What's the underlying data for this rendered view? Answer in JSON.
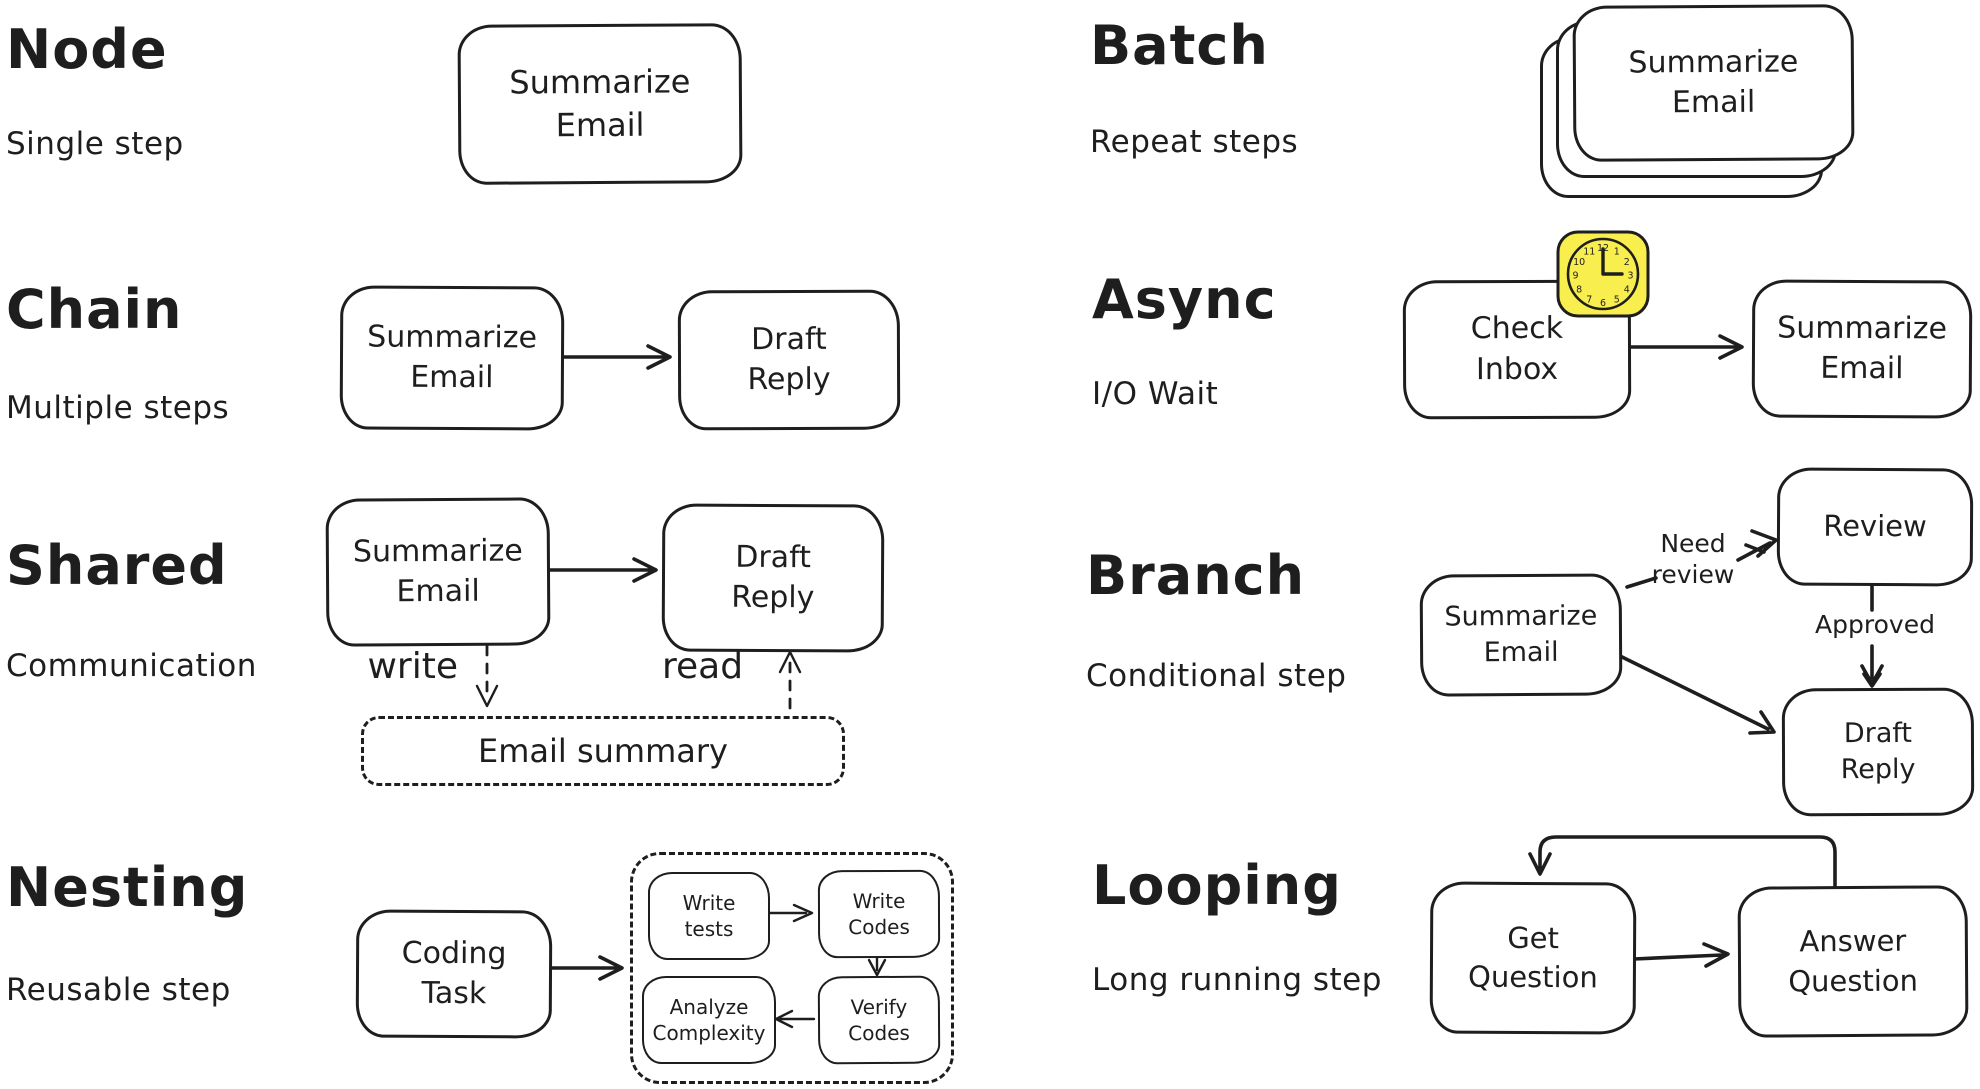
{
  "colors": {
    "ink": "#1e1e1e",
    "clock_yellow": "#f8ee4e",
    "background": "#ffffff"
  },
  "sections": {
    "node": {
      "title": "Node",
      "subtitle": "Single step",
      "box": "Summarize\nEmail"
    },
    "chain": {
      "title": "Chain",
      "subtitle": "Multiple steps",
      "box1": "Summarize\nEmail",
      "box2": "Draft\nReply"
    },
    "shared": {
      "title": "Shared",
      "subtitle": "Communication",
      "box1": "Summarize\nEmail",
      "box2": "Draft\nReply",
      "write_label": "write",
      "read_label": "read",
      "store": "Email summary"
    },
    "nesting": {
      "title": "Nesting",
      "subtitle": "Reusable step",
      "box": "Coding\nTask",
      "inner1": "Write\ntests",
      "inner2": "Write\nCodes",
      "inner3": "Verify\nCodes",
      "inner4": "Analyze\nComplexity"
    },
    "batch": {
      "title": "Batch",
      "subtitle": "Repeat steps",
      "box": "Summarize\nEmail"
    },
    "async": {
      "title": "Async",
      "subtitle": "I/O Wait",
      "box1": "Check\nInbox",
      "box2": "Summarize\nEmail",
      "clock_icon": "clock-icon",
      "clock_numbers": [
        "12",
        "1",
        "2",
        "3",
        "4",
        "5",
        "6",
        "7",
        "8",
        "9",
        "10",
        "11"
      ]
    },
    "branch": {
      "title": "Branch",
      "subtitle": "Conditional step",
      "box": "Summarize\nEmail",
      "review_box": "Review",
      "draft_box": "Draft\nReply",
      "need_review_label": "Need\nreview",
      "approved_label": "Approved"
    },
    "looping": {
      "title": "Looping",
      "subtitle": "Long running step",
      "box1": "Get\nQuestion",
      "box2": "Answer\nQuestion"
    }
  }
}
